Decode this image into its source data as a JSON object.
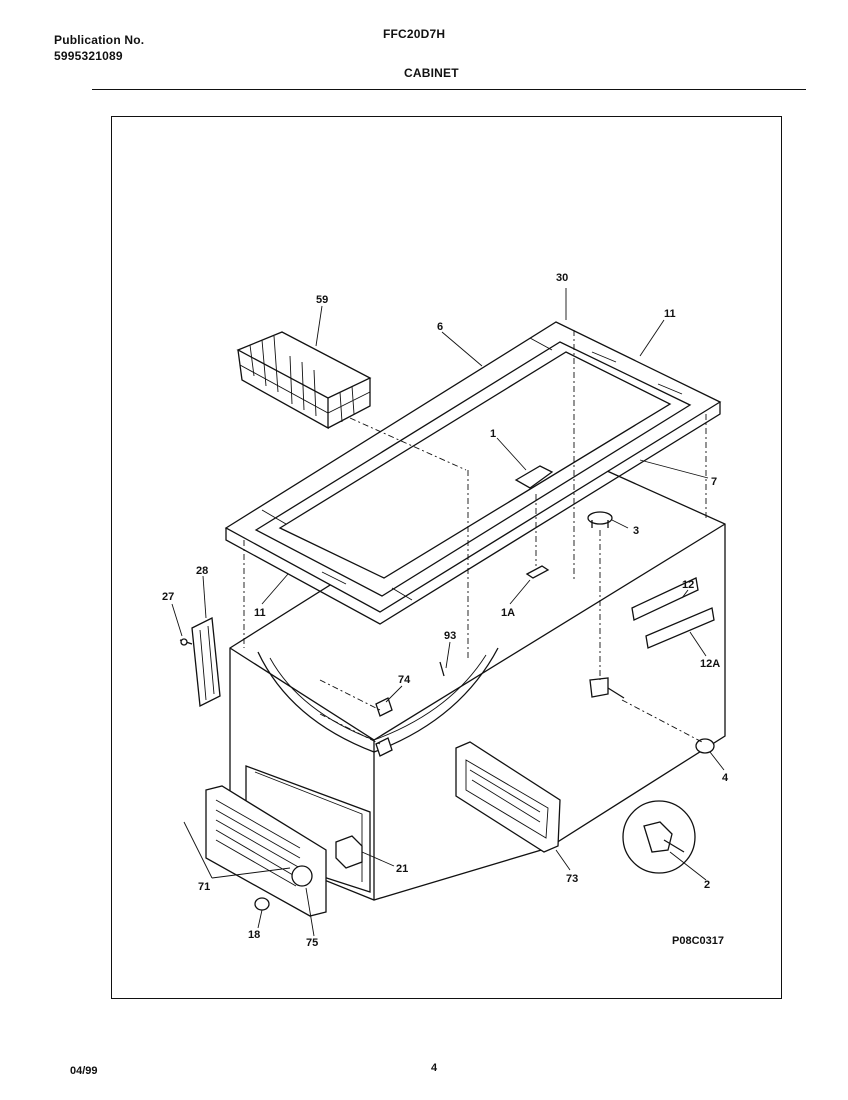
{
  "header": {
    "publication_label": "Publication No.",
    "publication_number": "5995321089",
    "model": "FFC20D7H",
    "section": "CABINET"
  },
  "footer": {
    "date": "04/99",
    "page": "4"
  },
  "diagram": {
    "figure_code": "P08C0317",
    "callouts": [
      "59",
      "6",
      "30",
      "11",
      "1",
      "7",
      "3",
      "28",
      "27",
      "11",
      "1A",
      "12",
      "93",
      "74",
      "12A",
      "4",
      "73",
      "21",
      "2",
      "71",
      "18",
      "75"
    ]
  }
}
